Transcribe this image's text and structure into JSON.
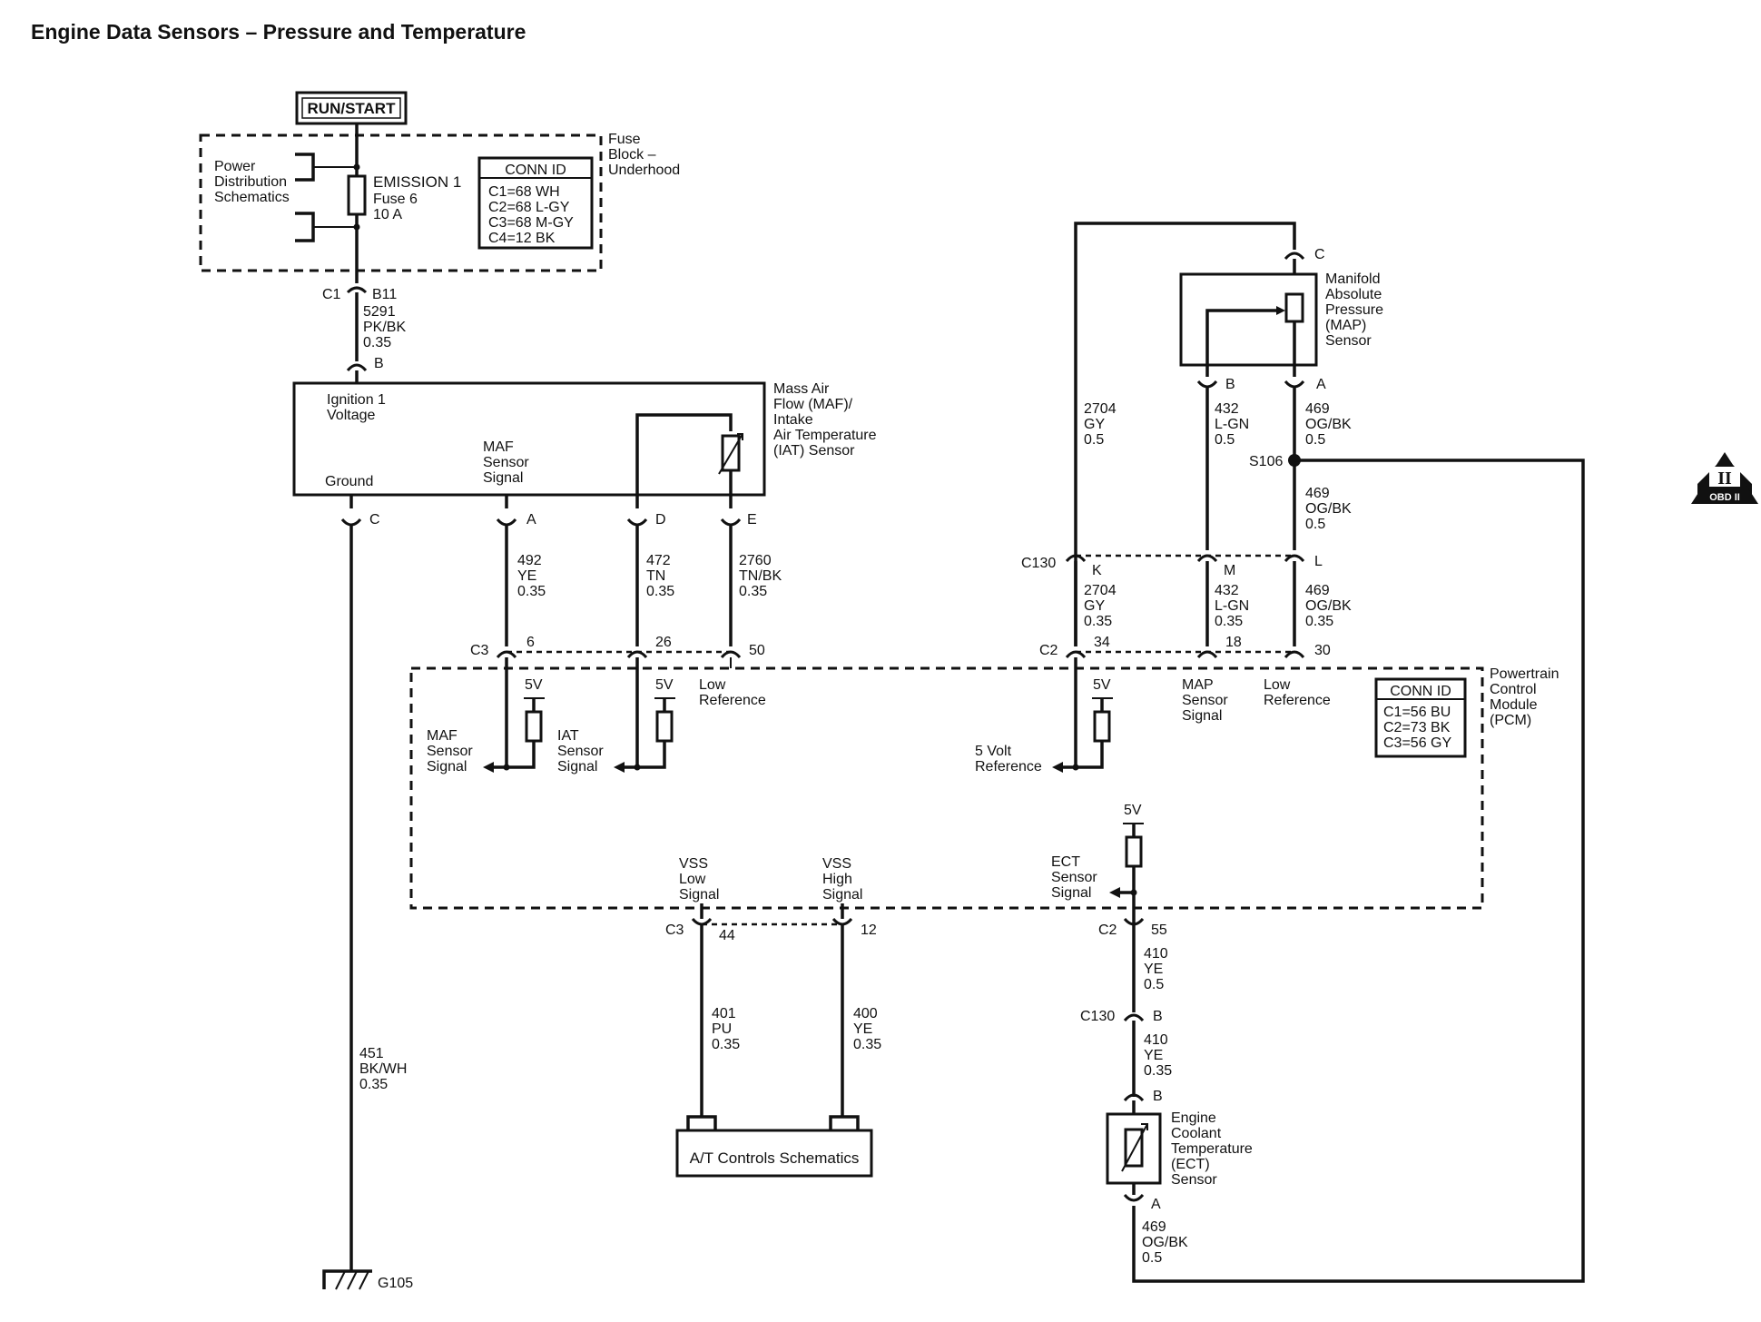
{
  "title": "Engine Data Sensors – Pressure and Temperature",
  "run_start": "RUN/START",
  "obd_badge": {
    "roman": "II",
    "label": "OBD II"
  },
  "fuse_block": {
    "name": [
      "Fuse",
      "Block –",
      "Underhood"
    ],
    "power_dist": [
      "Power",
      "Distribution",
      "Schematics"
    ],
    "fuse_name": "EMISSION 1",
    "fuse_num": "Fuse 6",
    "fuse_amp": "10 A",
    "conn_title": "CONN ID",
    "conn_rows": [
      "C1=68 WH",
      "C2=68 L-GY",
      "C3=68 M-GY",
      "C4=12 BK"
    ]
  },
  "wire_5291": {
    "conn": "C1",
    "pin": "B11",
    "lines": [
      "5291",
      "PK/BK",
      "0.35"
    ]
  },
  "maf": {
    "name": [
      "Mass Air",
      "Flow (MAF)/",
      "Intake",
      "Air Temperature",
      "(IAT) Sensor"
    ],
    "ign": [
      "Ignition 1",
      "Voltage"
    ],
    "ground": "Ground",
    "signal": [
      "MAF",
      "Sensor",
      "Signal"
    ],
    "pin_b": "B",
    "pin_c": "C",
    "pin_a": "A",
    "pin_d": "D",
    "pin_e": "E"
  },
  "wire_492": [
    "492",
    "YE",
    "0.35"
  ],
  "wire_472": [
    "472",
    "TN",
    "0.35"
  ],
  "wire_2760": [
    "2760",
    "TN/BK",
    "0.35"
  ],
  "wire_451": [
    "451",
    "BK/WH",
    "0.35"
  ],
  "ground_id": "G105",
  "map": {
    "name": [
      "Manifold",
      "Absolute",
      "Pressure",
      "(MAP)",
      "Sensor"
    ],
    "pin_c": "C",
    "pin_b": "B",
    "pin_a": "A"
  },
  "wire_2704_top": [
    "2704",
    "GY",
    "0.5"
  ],
  "wire_432_top": [
    "432",
    "L-GN",
    "0.5"
  ],
  "wire_469_top": [
    "469",
    "OG/BK",
    "0.5"
  ],
  "splice": "S106",
  "wire_469_mid": [
    "469",
    "OG/BK",
    "0.5"
  ],
  "c130": {
    "label": "C130",
    "k": "K",
    "m": "M",
    "l": "L"
  },
  "wire_2704_bot": [
    "2704",
    "GY",
    "0.35"
  ],
  "wire_432_bot": [
    "432",
    "L-GN",
    "0.35"
  ],
  "wire_469_bot": [
    "469",
    "OG/BK",
    "0.35"
  ],
  "pcm": {
    "name": [
      "Powertrain",
      "Control",
      "Module",
      "(PCM)"
    ],
    "c3": "C3",
    "c2": "C2",
    "p6": "6",
    "p26": "26",
    "p50": "50",
    "p34": "34",
    "p18": "18",
    "p30": "30",
    "p44": "44",
    "p12": "12",
    "p55": "55",
    "five_v": "5V",
    "maf_sig": [
      "MAF",
      "Sensor",
      "Signal"
    ],
    "iat_sig": [
      "IAT",
      "Sensor",
      "Signal"
    ],
    "low_ref": [
      "Low",
      "Reference"
    ],
    "map_sig": [
      "MAP",
      "Sensor",
      "Signal"
    ],
    "five_volt_ref": [
      "5 Volt",
      "Reference"
    ],
    "vss_low": [
      "VSS",
      "Low",
      "Signal"
    ],
    "vss_high": [
      "VSS",
      "High",
      "Signal"
    ],
    "ect_sig": [
      "ECT",
      "Sensor",
      "Signal"
    ],
    "conn_title": "CONN ID",
    "conn_rows": [
      "C1=56 BU",
      "C2=73 BK",
      "C3=56 GY"
    ]
  },
  "wire_401": [
    "401",
    "PU",
    "0.35"
  ],
  "wire_400": [
    "400",
    "YE",
    "0.35"
  ],
  "at_controls": "A/T Controls Schematics",
  "wire_410_a": [
    "410",
    "YE",
    "0.5"
  ],
  "c130_b": {
    "label": "C130",
    "pin": "B"
  },
  "wire_410_b": [
    "410",
    "YE",
    "0.35"
  ],
  "ect": {
    "name": [
      "Engine",
      "Coolant",
      "Temperature",
      "(ECT)",
      "Sensor"
    ],
    "pin_b": "B",
    "pin_a": "A"
  },
  "wire_469_ect": [
    "469",
    "OG/BK",
    "0.5"
  ]
}
